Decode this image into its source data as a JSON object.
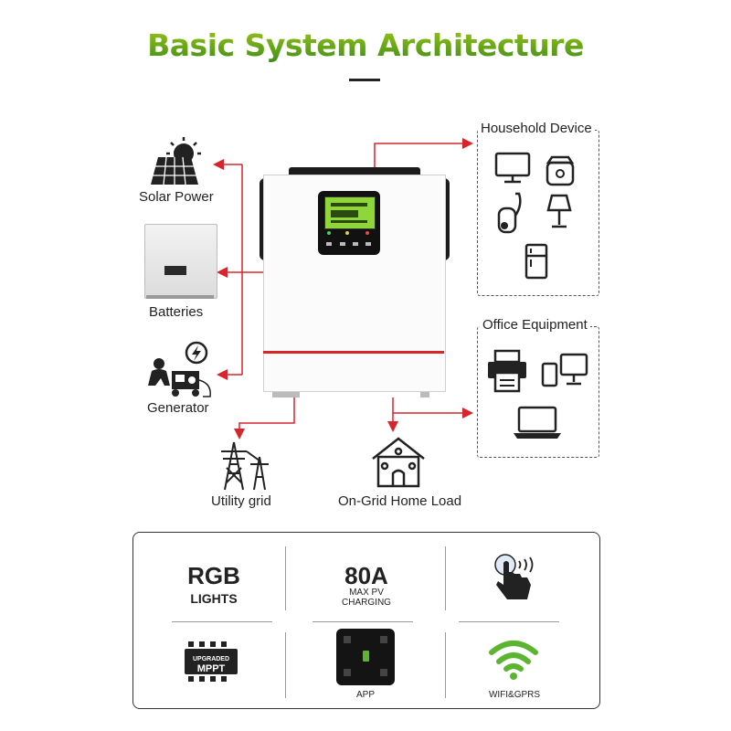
{
  "title": "Basic System Architecture",
  "sources": {
    "solar": "Solar Power",
    "batteries": "Batteries",
    "generator": "Generator"
  },
  "household": {
    "title": "Household Device",
    "icons": [
      "monitor-icon",
      "rice-cooker-icon",
      "vacuum-cleaner-icon",
      "lamp-icon",
      "refrigerator-icon"
    ]
  },
  "office": {
    "title": "Office Equipment",
    "icons": [
      "printer-icon",
      "tablet-icon",
      "desktop-monitor-icon",
      "laptop-icon"
    ]
  },
  "outputs": {
    "utility_grid": "Utility grid",
    "home_load": "On-Grid Home Load"
  },
  "features": {
    "rgb_big": "RGB",
    "rgb_small": "LIGHTS",
    "pv_big": "80A",
    "pv_line1": "MAX PV",
    "pv_line2": "CHARGING",
    "mppt_line1": "UPGRADED",
    "mppt_line2": "MPPT",
    "app": "APP",
    "wifi": "WIFI&GPRS"
  },
  "colors": {
    "arrow": "#d8252c",
    "title_gradient_top": "#9ac516",
    "title_gradient_bottom": "#3f8d1a",
    "lcd": "#8fd63a",
    "wifi": "#5cb531"
  }
}
